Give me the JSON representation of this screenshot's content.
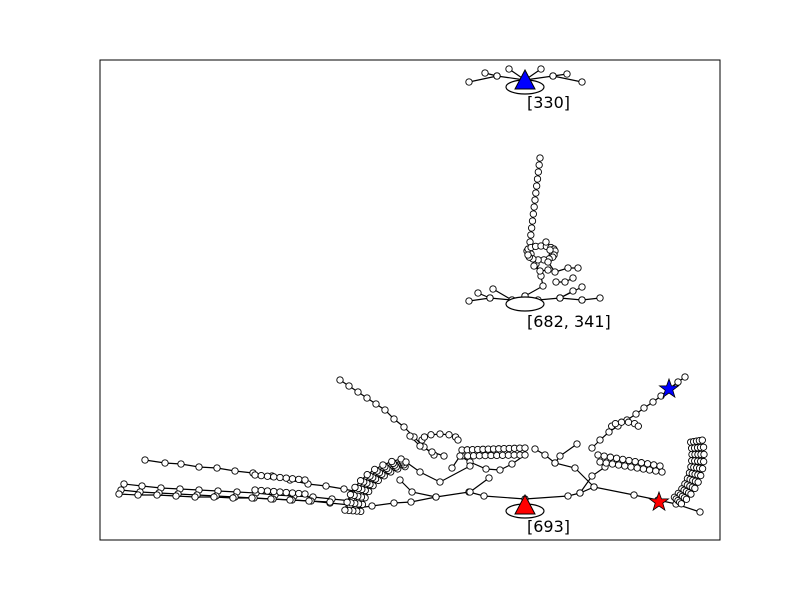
{
  "plot": {
    "frame": true,
    "root_labels": [
      "[330]",
      "[682, 341]",
      "[693]"
    ]
  },
  "markers": {
    "triangle_blue_color": "#0000ff",
    "triangle_red_color": "#ff0000",
    "star_blue_color": "#0000ff",
    "star_red_color": "#ff0000"
  },
  "trees": [
    {
      "name": "tree-330",
      "label_index": 0
    },
    {
      "name": "tree-682-341",
      "label_index": 1
    },
    {
      "name": "tree-693",
      "label_index": 2
    }
  ]
}
